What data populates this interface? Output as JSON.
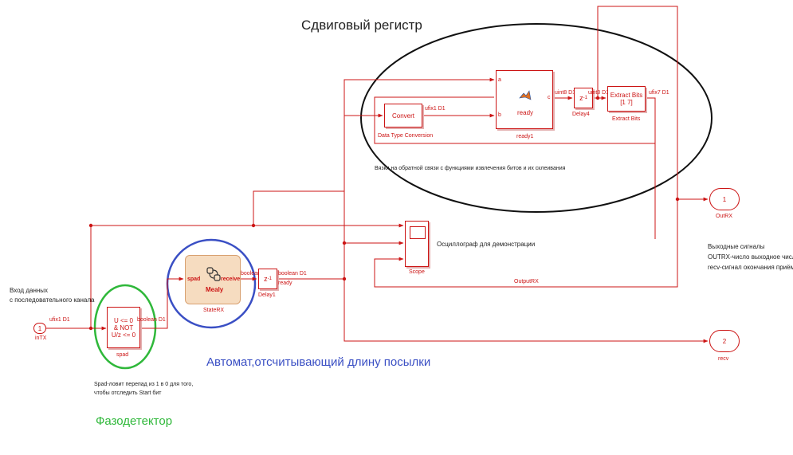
{
  "titles": {
    "shift_register": "Сдвиговый регистр",
    "automaton": "Автомат,отсчитывающий длину посылки",
    "phase_detector": "Фазодетектор"
  },
  "notes": {
    "feedback": "Вязки на обратной связи с функциями извлечения битов и их склеивания",
    "oscilloscope": "Осциллограф для демонстрации",
    "input_line1": "Вход данных",
    "input_line2": "с последовательного канала",
    "outputs_line1": "Выходные сигналы",
    "outputs_line2": "OUTRX-число выходное число",
    "outputs_line3": "recv-сигнал окончания приёма",
    "spad_line1": "Spad-ловит перепад из 1 в 0 для того,",
    "spad_line2": "чтобы отследить Start бит"
  },
  "blocks": {
    "intx": {
      "num": "1",
      "name": "inTX"
    },
    "outrx": {
      "num": "1",
      "name": "OutRX"
    },
    "recv": {
      "num": "2",
      "name": "recv"
    },
    "spad": {
      "line1": "U <= 0",
      "line2": "&  NOT",
      "line3": "U/z <= 0",
      "name": "spad"
    },
    "staterx": {
      "in_port": "spad",
      "out_port": "receive",
      "chart": "Mealy",
      "name": "StateRX"
    },
    "delay1": {
      "symbol": "z",
      "exp": "-1",
      "name": "Delay1"
    },
    "convert": {
      "text": "Convert",
      "name": "Data Type Conversion"
    },
    "ready1": {
      "port_a": "a",
      "port_b": "b",
      "port_c": "c",
      "text": "ready",
      "name": "ready1"
    },
    "delay4": {
      "symbol": "z",
      "exp": "-1",
      "name": "Delay4"
    },
    "extract": {
      "line1": "Extract Bits",
      "line2": "[1 7]",
      "name": "Extract Bits"
    },
    "scope": {
      "name": "Scope"
    }
  },
  "signals": {
    "intx_out": "ufix1 D1",
    "spad_out": "boolean D1",
    "staterx_out": "boolean",
    "delay1_out": "boolean D1",
    "ready": "ready",
    "convert_out": "ufix1 D1",
    "ready1_out": "uint8 D1",
    "delay4_out": "uint8 D1",
    "extract_out": "ufix7 D1",
    "output_rx": "OutputRX"
  },
  "colors": {
    "wire": "#cc1414",
    "ellipse": "#111111",
    "blue": "#3a4fc4",
    "green": "#2fb83a",
    "chart_fill": "#f6dcc0"
  }
}
